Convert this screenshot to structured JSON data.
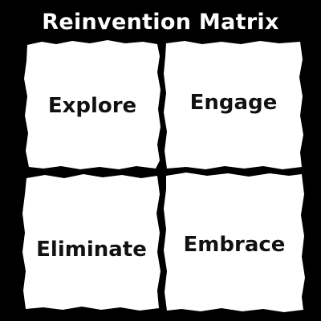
{
  "title": "Reinvention Matrix",
  "colors": {
    "background": "#000000",
    "panel": "#ffffff",
    "label_text": "#111111",
    "title_text": "#ffffff"
  },
  "quadrants": [
    {
      "label": "Explore"
    },
    {
      "label": "Engage"
    },
    {
      "label": "Eliminate"
    },
    {
      "label": "Embrace"
    }
  ]
}
